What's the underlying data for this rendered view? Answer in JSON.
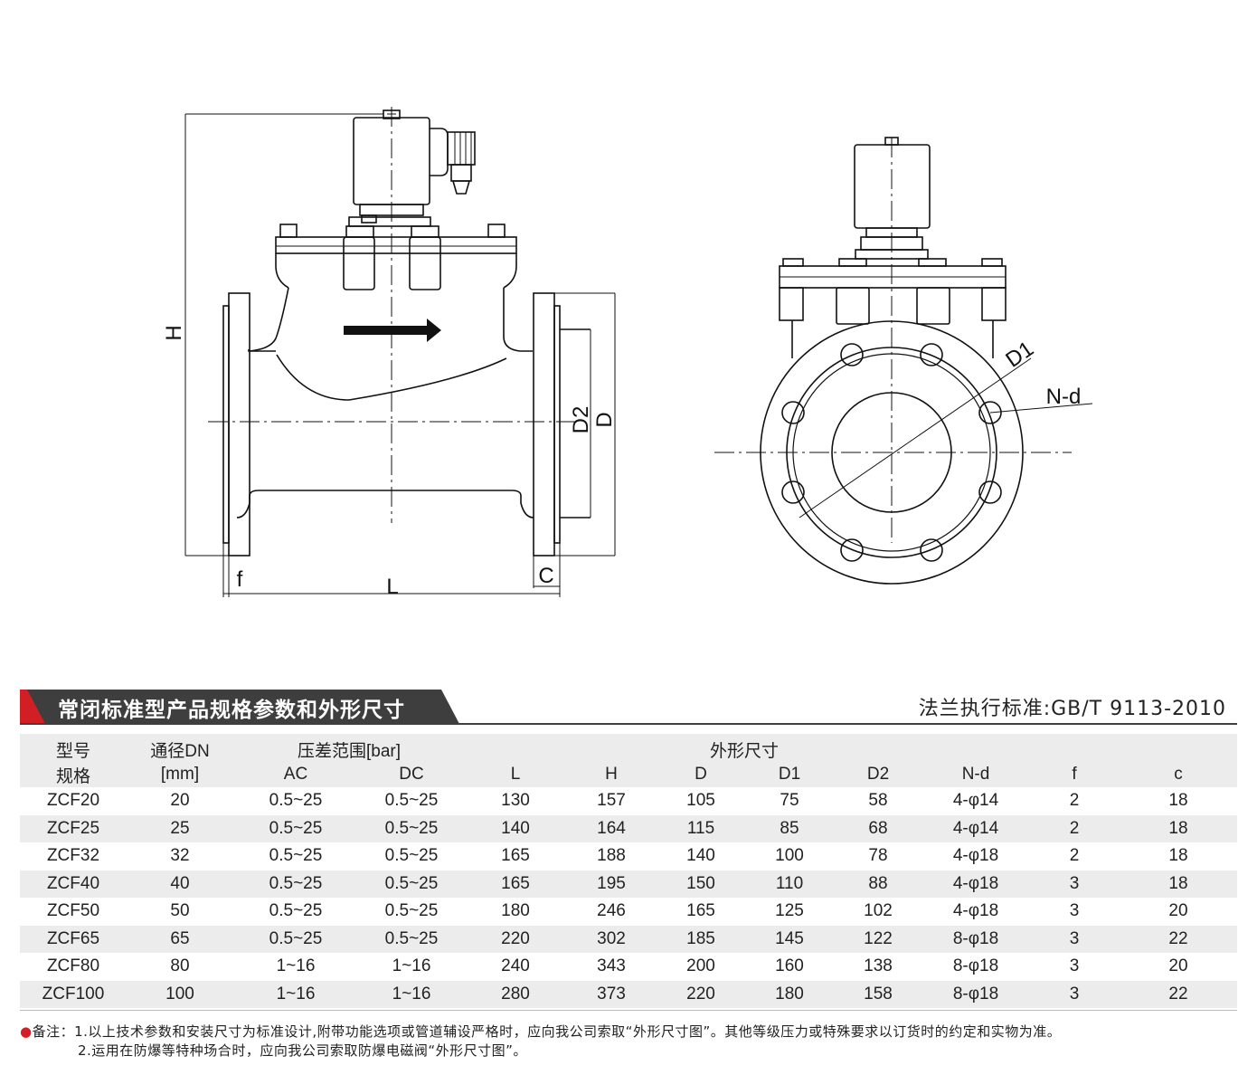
{
  "drawing_labels": {
    "H": "H",
    "D2": "D2",
    "D": "D",
    "f": "f",
    "L": "L",
    "C": "C",
    "D1": "D1",
    "Nd": "N-d"
  },
  "section": {
    "title": "常闭标准型产品规格参数和外形尺寸",
    "standard": "法兰执行标准:GB/T 9113-2010",
    "accent_color": "#d21f26",
    "band_color": "#3e3e3e"
  },
  "table": {
    "header1": {
      "model": "型号",
      "dn": "通径DN",
      "pressure": "压差范围[bar]",
      "dims": "外形尺寸"
    },
    "header2": {
      "model": "规格",
      "dn": "[mm]",
      "ac": "AC",
      "dc": "DC",
      "L": "L",
      "H": "H",
      "D": "D",
      "D1": "D1",
      "D2": "D2",
      "nd": "N-d",
      "f": "f",
      "c": "c"
    },
    "rows": [
      [
        "ZCF20",
        "20",
        "0.5~25",
        "0.5~25",
        "130",
        "157",
        "105",
        "75",
        "58",
        "4-φ14",
        "2",
        "18"
      ],
      [
        "ZCF25",
        "25",
        "0.5~25",
        "0.5~25",
        "140",
        "164",
        "115",
        "85",
        "68",
        "4-φ14",
        "2",
        "18"
      ],
      [
        "ZCF32",
        "32",
        "0.5~25",
        "0.5~25",
        "165",
        "188",
        "140",
        "100",
        "78",
        "4-φ18",
        "2",
        "18"
      ],
      [
        "ZCF40",
        "40",
        "0.5~25",
        "0.5~25",
        "165",
        "195",
        "150",
        "110",
        "88",
        "4-φ18",
        "3",
        "18"
      ],
      [
        "ZCF50",
        "50",
        "0.5~25",
        "0.5~25",
        "180",
        "246",
        "165",
        "125",
        "102",
        "4-φ18",
        "3",
        "20"
      ],
      [
        "ZCF65",
        "65",
        "0.5~25",
        "0.5~25",
        "220",
        "302",
        "185",
        "145",
        "122",
        "8-φ18",
        "3",
        "22"
      ],
      [
        "ZCF80",
        "80",
        "1~16",
        "1~16",
        "240",
        "343",
        "200",
        "160",
        "138",
        "8-φ18",
        "3",
        "20"
      ],
      [
        "ZCF100",
        "100",
        "1~16",
        "1~16",
        "280",
        "373",
        "220",
        "180",
        "158",
        "8-φ18",
        "3",
        "22"
      ]
    ]
  },
  "notes": {
    "bullet": "●",
    "line1": "备注：1.以上技术参数和安装尺寸为标准设计,附带功能选项或管道辅设严格时，应向我公司索取“外形尺寸图”。其他等级压力或特殊要求以订货时的约定和实物为准。",
    "line2": "2.运用在防爆等特种场合时，应向我公司索取防爆电磁阀“外形尺寸图”。"
  }
}
